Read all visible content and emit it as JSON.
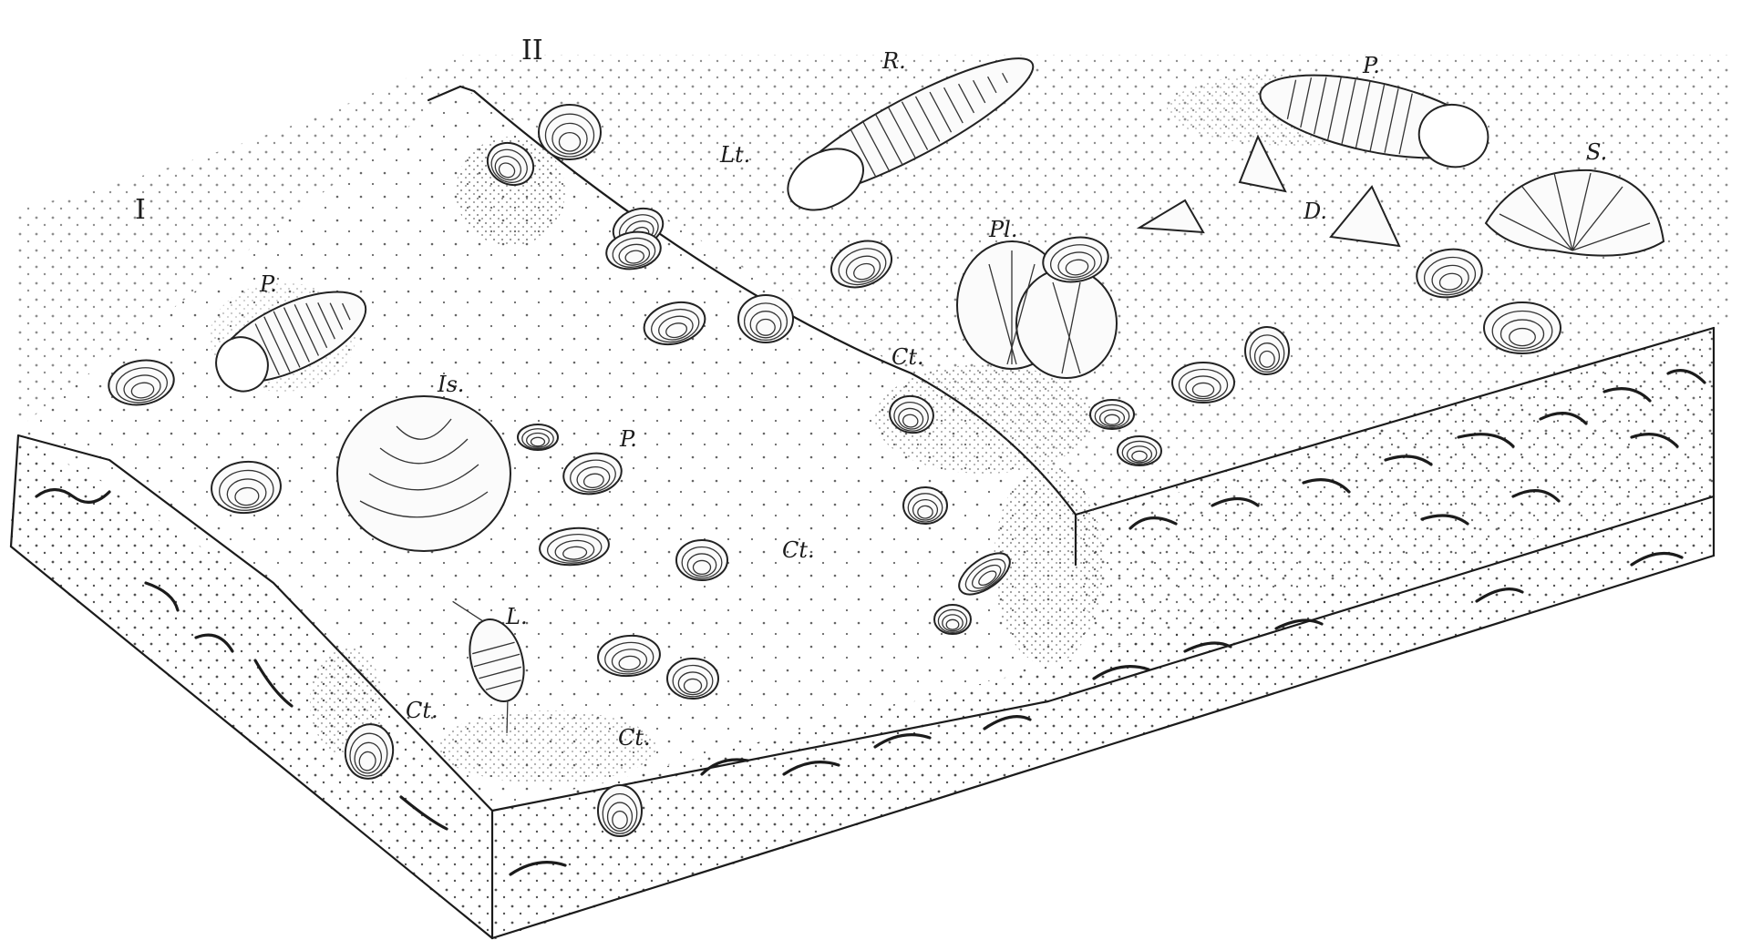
{
  "domain": "Diagram",
  "palette": {
    "ink": "#1b1b1b",
    "paper": "#ffffff"
  },
  "sections": [
    {
      "id": "I",
      "text": "I"
    },
    {
      "id": "II",
      "text": "II"
    }
  ],
  "fossil_labels": [
    {
      "id": "p-left",
      "text": "P."
    },
    {
      "id": "is",
      "text": "Is."
    },
    {
      "id": "p-mid",
      "text": "P."
    },
    {
      "id": "l",
      "text": "L."
    },
    {
      "id": "ct-1",
      "text": "Ct."
    },
    {
      "id": "ct-2",
      "text": "Ct."
    },
    {
      "id": "ct-3",
      "text": "Ct."
    },
    {
      "id": "ct-4",
      "text": "Ct."
    },
    {
      "id": "r",
      "text": "R."
    },
    {
      "id": "lt",
      "text": "Lt."
    },
    {
      "id": "pl",
      "text": "Pl."
    },
    {
      "id": "p-right",
      "text": "P."
    },
    {
      "id": "s",
      "text": "S."
    },
    {
      "id": "d",
      "text": "D."
    }
  ]
}
